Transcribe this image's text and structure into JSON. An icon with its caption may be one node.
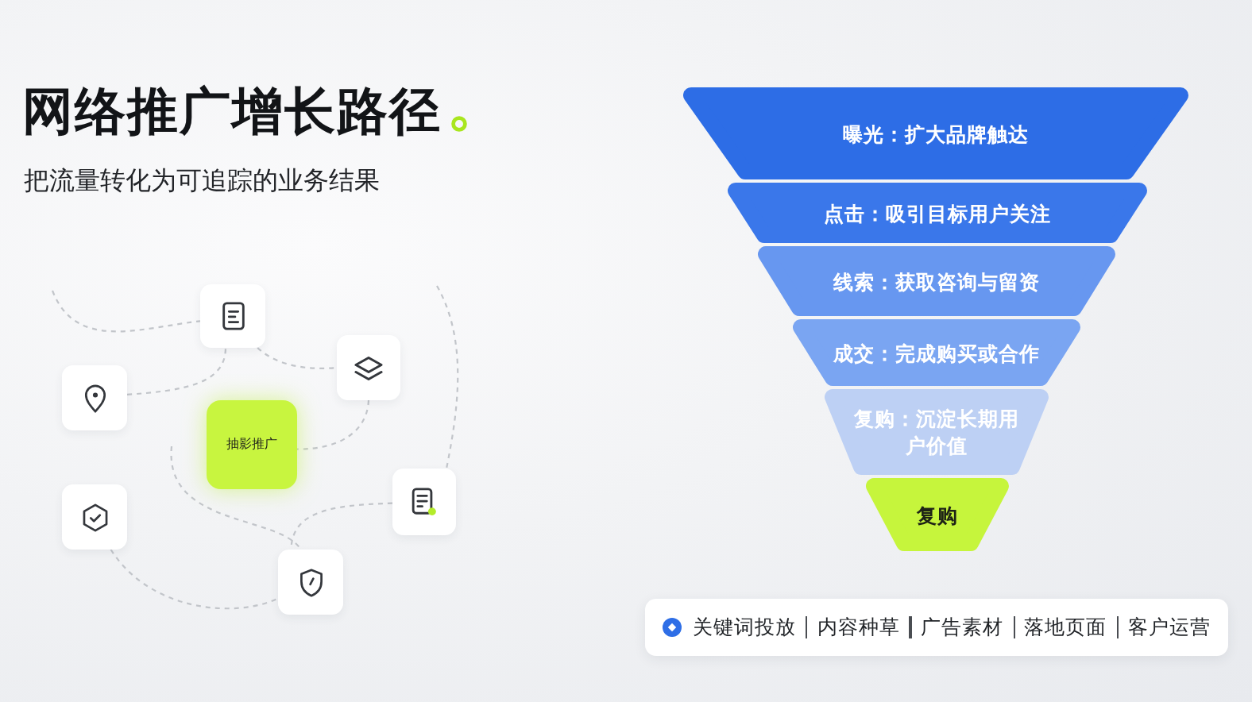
{
  "diagram": {
    "title": "网络推广增长路径",
    "nodes": [
      {
        "text": [],
        "shape": "box"
      },
      {
        "text": [],
        "shape": "box"
      },
      {
        "text": [],
        "shape": "box"
      },
      {
        "text": [
          "抽影推广"
        ]
      },
      {
        "text": [],
        "shape": "box"
      },
      {
        "text": [],
        "shape": "box"
      },
      {
        "text": [],
        "shape": "box"
      },
      {
        "text": [
          "曝光：扩大品牌触达"
        ]
      },
      {
        "text": [
          "点击：吸引目标用户关注"
        ]
      },
      {
        "text": [
          "线索：获取咨询与留资"
        ]
      },
      {
        "text": [
          "成交：完成购买或合作"
        ]
      },
      {
        "text": [
          "复购：沉淀长期用户价值"
        ]
      },
      {
        "text": [
          "复购"
        ]
      },
      {
        "text": [
          "关键词投放",
          "内容种草",
          "广告素材",
          "落地页面",
          "客户运营"
        ]
      }
    ],
    "edges": [
      {
        "from": null,
        "to": 0,
        "arrow": "none",
        "style": "dashed"
      },
      {
        "from": 2,
        "to": 0,
        "arrow": "none",
        "style": "dashed"
      },
      {
        "from": 0,
        "to": 1,
        "arrow": "none",
        "style": "dashed"
      },
      {
        "from": 1,
        "to": 3,
        "arrow": "none",
        "style": "dashed"
      },
      {
        "from": null,
        "to": 6,
        "arrow": "none",
        "style": "dashed"
      },
      {
        "from": 4,
        "to": 6,
        "arrow": "none",
        "style": "dashed"
      },
      {
        "from": 5,
        "to": 6,
        "arrow": "none",
        "style": "dashed"
      },
      {
        "from": null,
        "to": 4,
        "arrow": "none",
        "style": "dashed"
      }
    ],
    "labels": [
      "把流量转化为可追踪的业务结果"
    ]
  }
}
